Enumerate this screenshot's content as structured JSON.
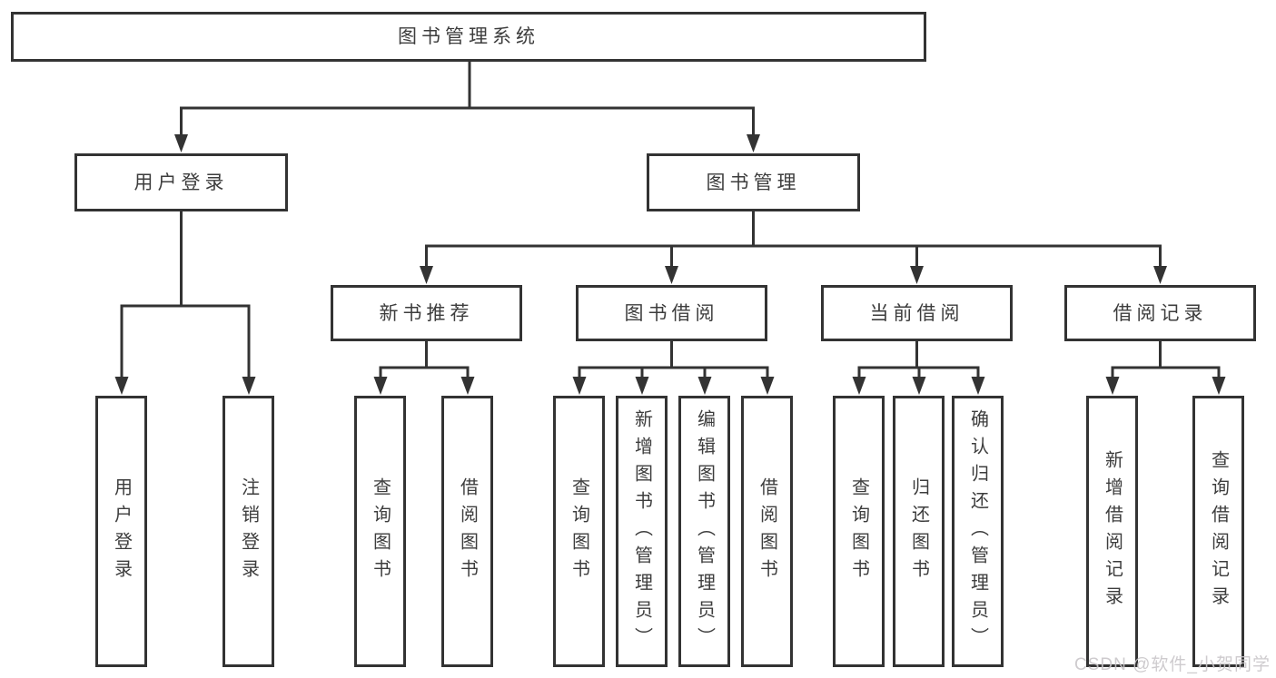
{
  "colors": {
    "line": "#333333",
    "box_border": "#333333",
    "box_fill": "#ffffff",
    "text": "#3d3d3d",
    "background": "#ffffff",
    "watermark": "#c9c6c9"
  },
  "watermark": "CSDN @软件_小贺同学",
  "tree": {
    "label": "图书管理系统",
    "children": [
      {
        "label": "用户登录",
        "children": [
          {
            "label": "用户登录"
          },
          {
            "label": "注销登录"
          }
        ]
      },
      {
        "label": "图书管理",
        "children": [
          {
            "label": "新书推荐",
            "children": [
              {
                "label": "查询图书"
              },
              {
                "label": "借阅图书"
              }
            ]
          },
          {
            "label": "图书借阅",
            "children": [
              {
                "label": "查询图书"
              },
              {
                "label": "新增图书（管理员）"
              },
              {
                "label": "编辑图书（管理员）"
              },
              {
                "label": "借阅图书"
              }
            ]
          },
          {
            "label": "当前借阅",
            "children": [
              {
                "label": "查询图书"
              },
              {
                "label": "归还图书"
              },
              {
                "label": "确认归还（管理员）"
              }
            ]
          },
          {
            "label": "借阅记录",
            "children": [
              {
                "label": "新增借阅记录"
              },
              {
                "label": "查询借阅记录"
              }
            ]
          }
        ]
      }
    ]
  }
}
